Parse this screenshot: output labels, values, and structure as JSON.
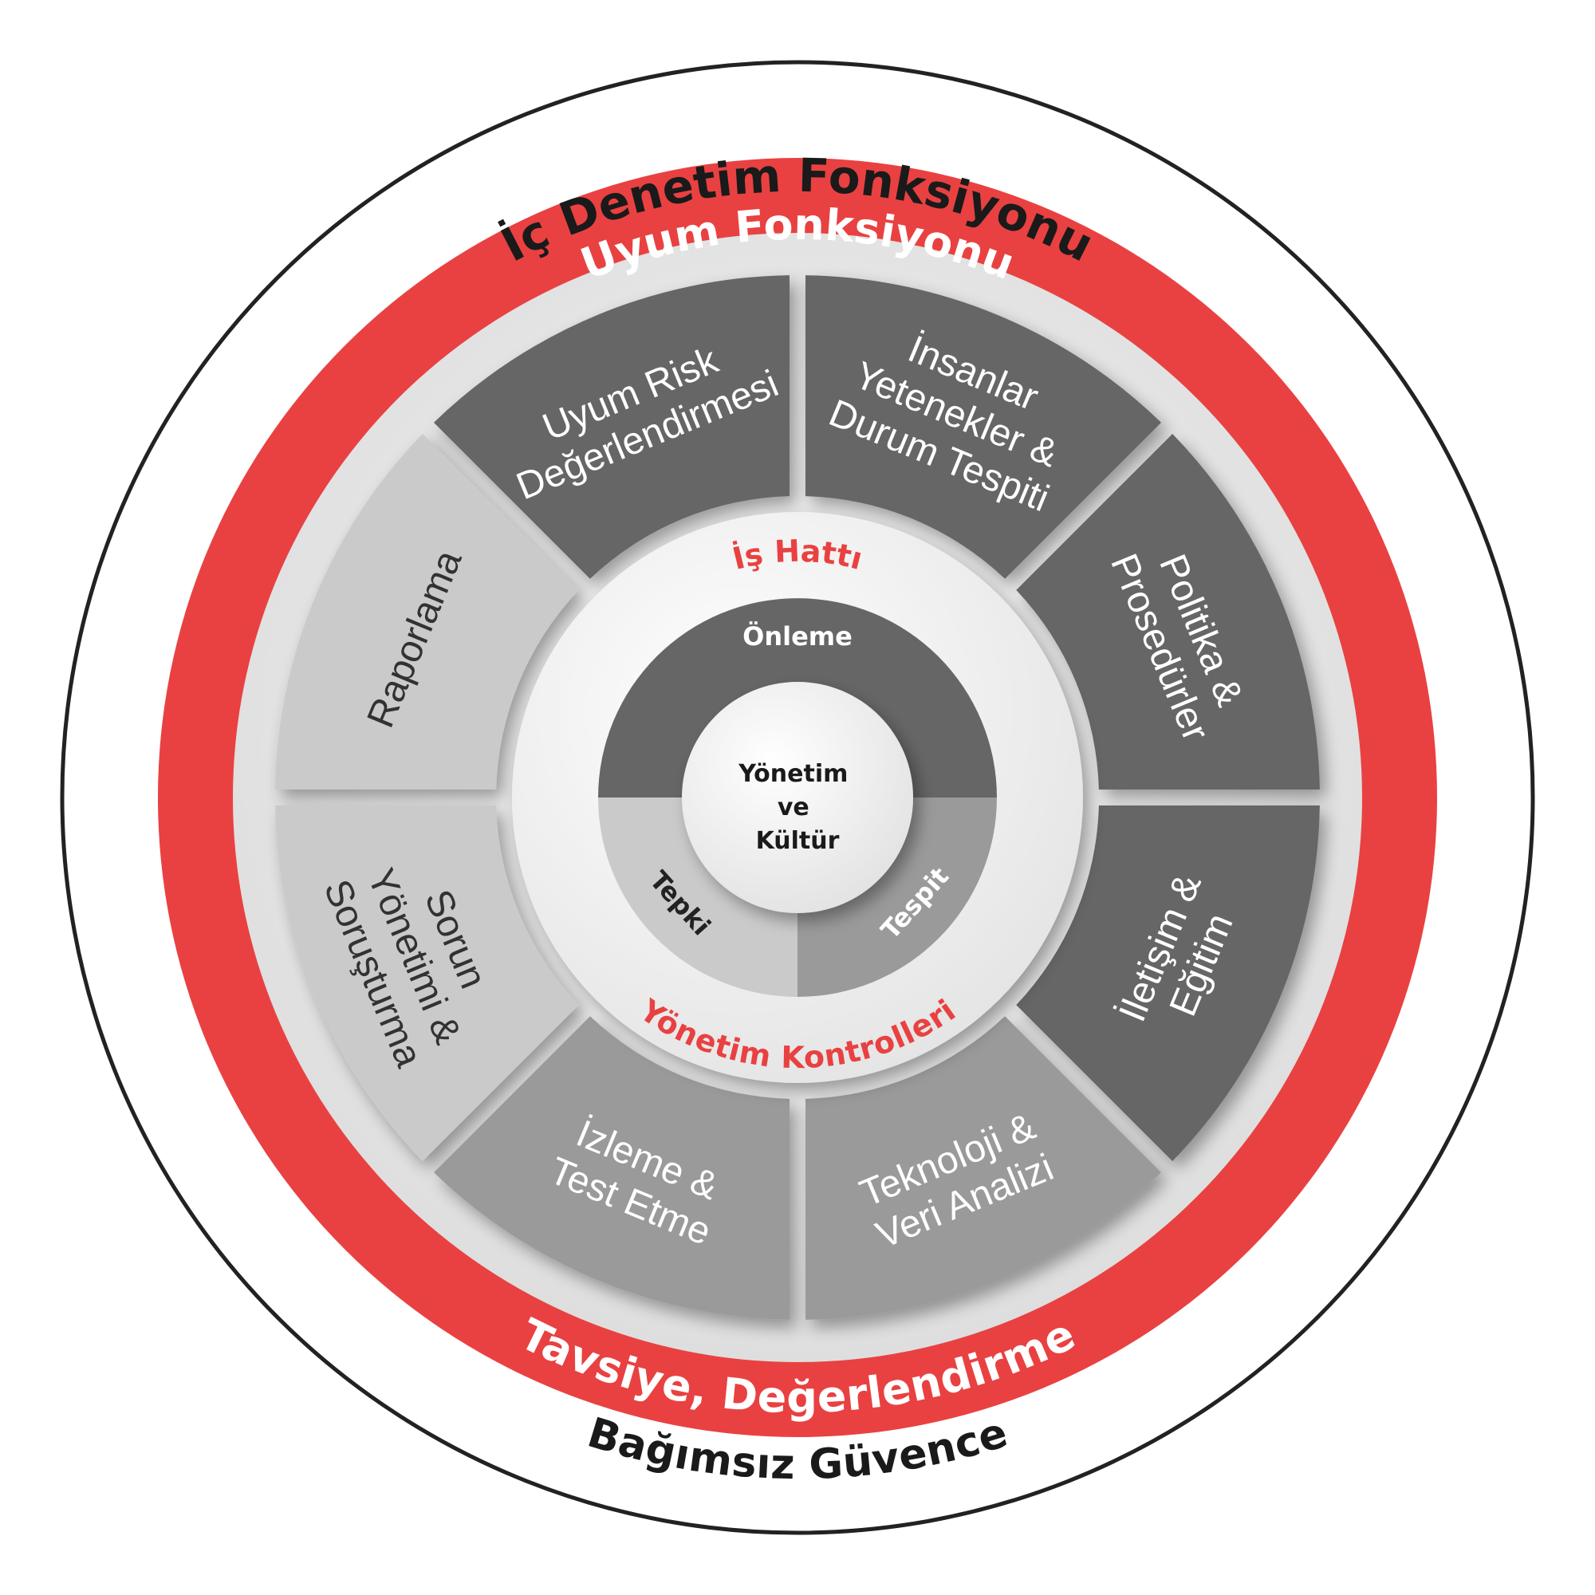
{
  "outer_ring": {
    "top_label": "İç Denetim Fonksiyonu",
    "bottom_label": "Bağımsız Güvence"
  },
  "red_ring": {
    "top_label": "Uyum Fonksiyonu",
    "bottom_label": "Tavsiye, Değerlendirme",
    "color": "#e94141"
  },
  "segments": [
    {
      "lines": [
        "İnsanlar",
        "Yetenekler &",
        "Durum Tespiti"
      ],
      "fill": "#666666",
      "text_color": "#ffffff"
    },
    {
      "lines": [
        "Politika &",
        "Prosedürler"
      ],
      "fill": "#666666",
      "text_color": "#ffffff"
    },
    {
      "lines": [
        "İletişim &",
        "Eğitim"
      ],
      "fill": "#666666",
      "text_color": "#ffffff"
    },
    {
      "lines": [
        "Teknoloji &",
        "Veri Analizi"
      ],
      "fill": "#9a9a9a",
      "text_color": "#ffffff"
    },
    {
      "lines": [
        "İzleme &",
        "Test Etme"
      ],
      "fill": "#9a9a9a",
      "text_color": "#ffffff"
    },
    {
      "lines": [
        "Sorun",
        "Yönetimi &",
        "Soruşturma"
      ],
      "fill": "#cacaca",
      "text_color": "#333333"
    },
    {
      "lines": [
        "Raporlama"
      ],
      "fill": "#cacaca",
      "text_color": "#333333"
    },
    {
      "lines": [
        "Uyum Risk",
        "Değerlendirmesi"
      ],
      "fill": "#666666",
      "text_color": "#ffffff"
    }
  ],
  "white_ring": {
    "top_label": "İş Hattı",
    "bottom_label": "Yönetim Kontrolleri",
    "label_color": "#e94141"
  },
  "inner_ring": [
    {
      "label": "Önleme",
      "fill": "#666666",
      "text_color": "#ffffff"
    },
    {
      "label": "Tespit",
      "fill": "#9a9a9a",
      "text_color": "#ffffff"
    },
    {
      "label": "Tepki",
      "fill": "#cacaca",
      "text_color": "#222222"
    }
  ],
  "core": {
    "lines": [
      "Yönetim",
      "ve",
      "Kültür"
    ]
  }
}
